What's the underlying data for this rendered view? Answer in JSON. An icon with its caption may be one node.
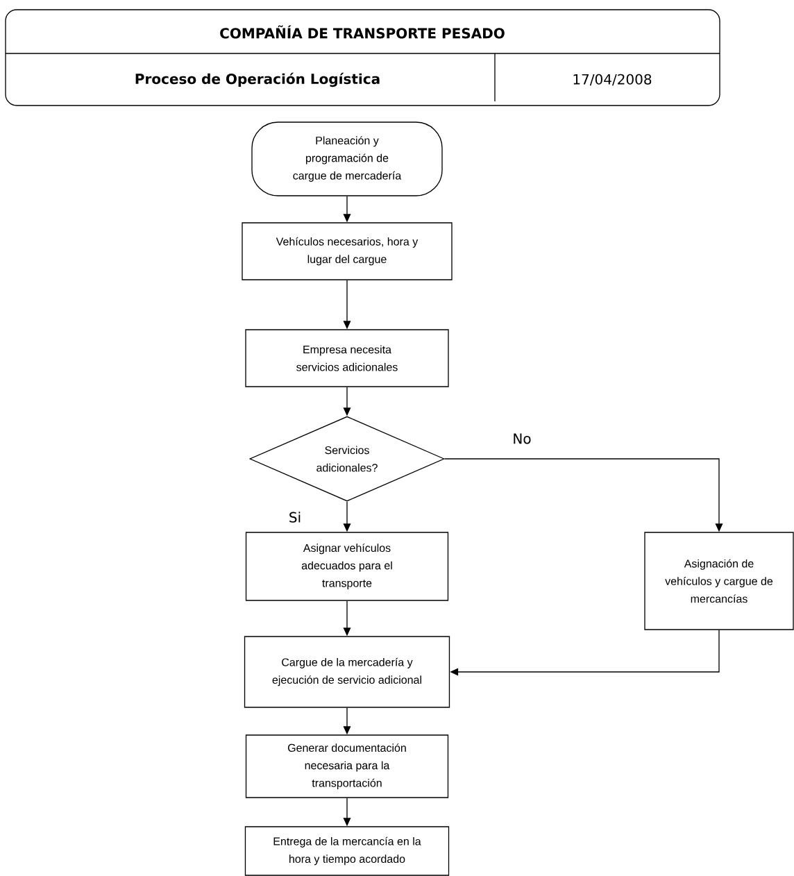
{
  "diagram": {
    "title": "COMPAÑÍA DE TRANSPORTE PESADO",
    "nodes": [
      {
        "text": [
          "Planeación y programación de cargue de mercadería"
        ]
      },
      {
        "text": [
          "Vehículos necesarios, hora y lugar del cargue"
        ]
      },
      {
        "text": [
          "Empresa necesita servicios adicionales"
        ]
      },
      {
        "text": [
          "Servicios adicionales?"
        ]
      },
      {
        "text": [
          "Asignar vehículos adecuados para el transporte"
        ]
      },
      {
        "text": [
          "Asignación de vehículos y cargue de mercancías"
        ]
      },
      {
        "text": [
          "Cargue de la mercadería y ejecución de servicio adicional"
        ]
      },
      {
        "text": [
          "Generar documentación necesaria para la transportación"
        ]
      },
      {
        "text": [
          "Entrega de la mercancía en la hora y tiempo acordado"
        ]
      }
    ],
    "edges": [
      {
        "from": 0,
        "to": 1,
        "arrow": "to"
      },
      {
        "from": 1,
        "to": 2,
        "arrow": "to"
      },
      {
        "from": 2,
        "to": 3,
        "arrow": "to"
      },
      {
        "from": 3,
        "to": 4,
        "arrow": "to",
        "label": "Si"
      },
      {
        "from": 3,
        "to": 5,
        "arrow": "to",
        "label": "No"
      },
      {
        "from": 4,
        "to": 6,
        "arrow": "to"
      },
      {
        "from": 5,
        "to": 6,
        "arrow": "to"
      },
      {
        "from": 6,
        "to": 7,
        "arrow": "to"
      },
      {
        "from": 7,
        "to": 8,
        "arrow": "to"
      }
    ],
    "labels": [
      "Proceso de Operación Logística",
      "17/04/2008"
    ]
  }
}
